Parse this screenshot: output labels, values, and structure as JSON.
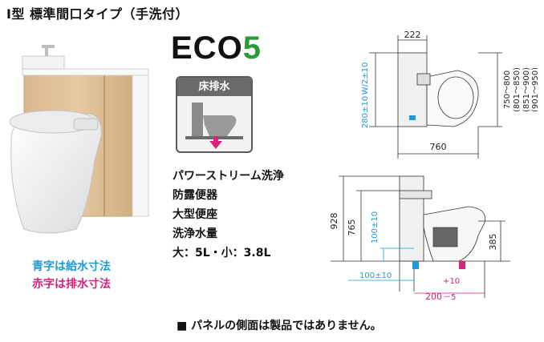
{
  "title": "I型 標準間口タイプ（手洗付）",
  "eco": {
    "prefix": "ECO",
    "number": "5"
  },
  "badge": {
    "label": "床排水"
  },
  "features": [
    "パワーストリーム洗浄",
    "防露便器",
    "大型便座",
    "洗浄水量",
    "大：5L・小：3.8L"
  ],
  "legend": {
    "blue": "青字は給水寸法",
    "red": "赤字は排水寸法"
  },
  "note": "■ パネルの側面は製品ではありません。",
  "top_view": {
    "width_top": "222",
    "width_bottom": "760",
    "height_left_lines": [
      "W/2±10",
      "280±10"
    ],
    "depth_lines": [
      "750～800",
      "(801～850)",
      "(851～900)",
      "(901～950)"
    ]
  },
  "side_view": {
    "total_height": "928",
    "counter_height": "765",
    "supply_height": "100±10",
    "seat_height": "385",
    "floor_supply": "100±10",
    "drain_pos_main": "200",
    "drain_pos_plus": "+10",
    "drain_pos_minus": "－5"
  },
  "colors": {
    "supply": "#1e9ad6",
    "drain": "#d6247a",
    "eco_accent": "#2a9a3a"
  }
}
